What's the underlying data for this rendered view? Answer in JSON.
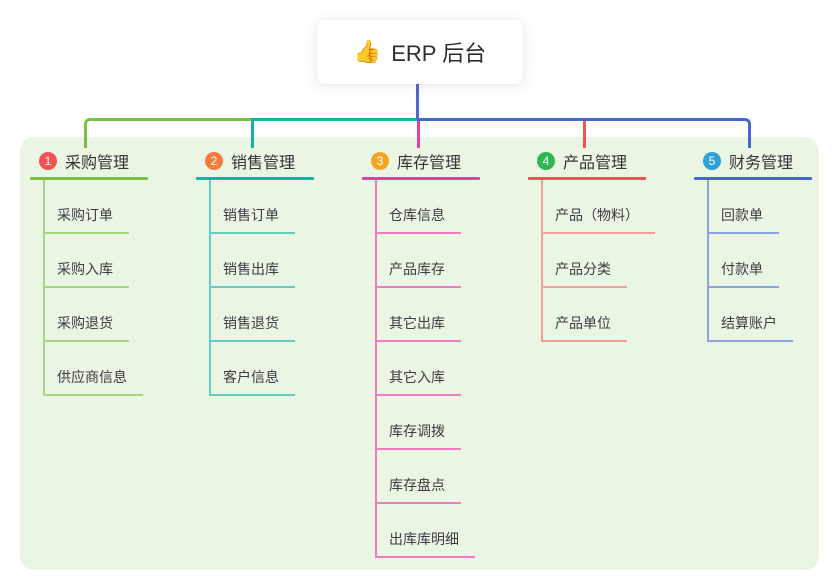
{
  "root": {
    "label": "ERP 后台",
    "icon": "thumbs-up-icon",
    "emoji": "👍",
    "line_color": "#5066d0"
  },
  "panel": {
    "bg_color": "#eaf6e3"
  },
  "branches": [
    {
      "num": "1",
      "title": "采购管理",
      "badge_color": "#f15352",
      "line_color": "#7cbe41",
      "item_line_color": "#a9d77f",
      "items": [
        "采购订单",
        "采购入库",
        "采购退货",
        "供应商信息"
      ]
    },
    {
      "num": "2",
      "title": "销售管理",
      "badge_color": "#f57a3c",
      "line_color": "#10b3a4",
      "item_line_color": "#63cec0",
      "items": [
        "销售订单",
        "销售出库",
        "销售退货",
        "客户信息"
      ]
    },
    {
      "num": "3",
      "title": "库存管理",
      "badge_color": "#f4a41f",
      "line_color": "#e0409f",
      "item_line_color": "#ed7dc0",
      "items": [
        "仓库信息",
        "产品库存",
        "其它出库",
        "其它入库",
        "库存调拨",
        "库存盘点",
        "出库库明细"
      ]
    },
    {
      "num": "4",
      "title": "产品管理",
      "badge_color": "#2fb750",
      "line_color": "#f25352",
      "item_line_color": "#f59d97",
      "items": [
        "产品（物料）",
        "产品分类",
        "产品单位"
      ]
    },
    {
      "num": "5",
      "title": "财务管理",
      "badge_color": "#2ba1d7",
      "line_color": "#4468cf",
      "item_line_color": "#8ba4e2",
      "items": [
        "回款单",
        "付款单",
        "结算账户"
      ]
    }
  ]
}
